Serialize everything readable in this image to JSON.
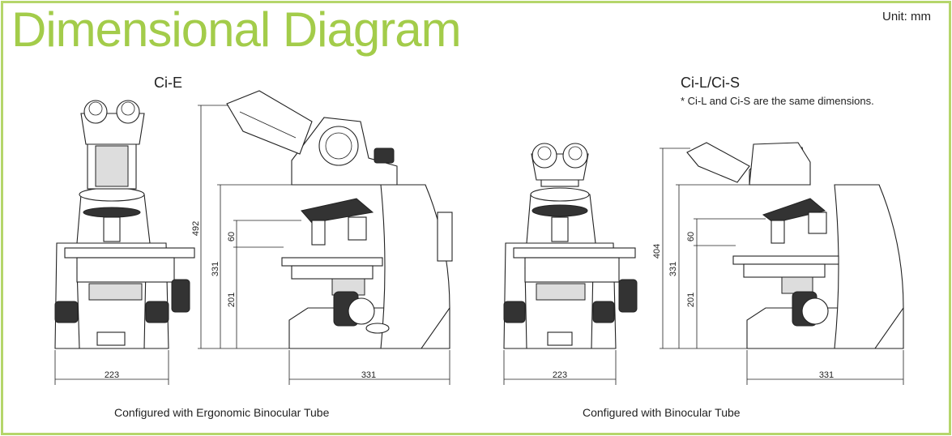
{
  "title": "Dimensional Diagram",
  "unit": "Unit: mm",
  "colors": {
    "accent": "#a3cc4a",
    "border": "#b5d66b",
    "line": "#222222"
  },
  "groups": [
    {
      "model": "Ci-E",
      "note": "",
      "caption": "Configured with Ergonomic Binocular Tube",
      "front_width": "223",
      "side_depth": "331",
      "heights": [
        "492",
        "331",
        "60",
        "201"
      ]
    },
    {
      "model": "Ci-L/Ci-S",
      "note": "* Ci-L and Ci-S are the same dimensions.",
      "caption": "Configured with Binocular Tube",
      "front_width": "223",
      "side_depth": "331",
      "heights": [
        "404",
        "331",
        "60",
        "201"
      ]
    }
  ]
}
